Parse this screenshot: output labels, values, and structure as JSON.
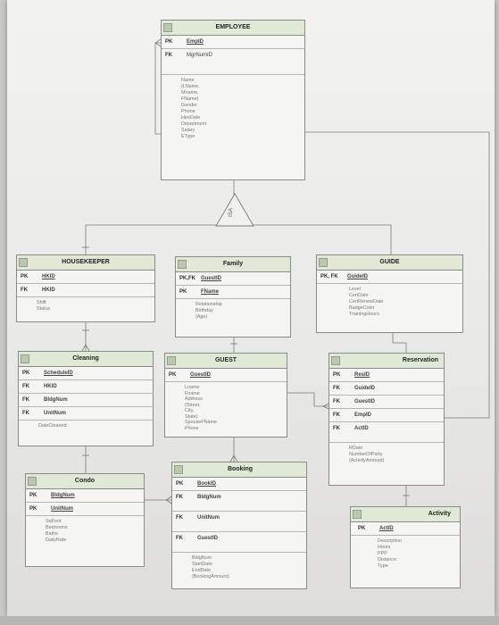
{
  "entities": {
    "employee": {
      "title": "EMPLOYEE",
      "keys": [
        {
          "type": "PK",
          "name": "EmpID"
        },
        {
          "type": "FK",
          "name": "MgrNumID"
        }
      ],
      "attributes": [
        "Name",
        "(LName,",
        "Mname,",
        "FName)",
        "Gender",
        "Phone",
        "HireDate",
        "Department",
        "Salary",
        "EType"
      ]
    },
    "housekeeper": {
      "title": "HOUSEKEEPER",
      "keys": [
        {
          "type": "PK",
          "name": "HKID"
        },
        {
          "type": "FK",
          "name": "HKID"
        }
      ],
      "attributes": [
        "Shift",
        "Status"
      ]
    },
    "family": {
      "title": "Family",
      "keys": [
        {
          "type": "PK,FK",
          "name": "GuestID"
        },
        {
          "type": "PK",
          "name": "FName"
        }
      ],
      "attributes": [
        "Relationship",
        "Birthday",
        "(Age)"
      ]
    },
    "guide": {
      "title": "GUIDE",
      "keys": [
        {
          "type": "PK, FK",
          "name": "GuideID"
        }
      ],
      "attributes": [
        "Level",
        "CertDate",
        "CertRenewDate",
        "BadgeColor",
        "TrainingHours"
      ]
    },
    "cleaning": {
      "title": "Cleaning",
      "keys": [
        {
          "type": "PK",
          "name": "ScheduleID"
        },
        {
          "type": "FK",
          "name": "HKID"
        },
        {
          "type": "FK",
          "name": "BldgNum"
        },
        {
          "type": "FK",
          "name": "UnitNum"
        }
      ],
      "attributes": [
        "DateCleaned"
      ]
    },
    "guest": {
      "title": "GUEST",
      "keys": [
        {
          "type": "PK",
          "name": "GuestID"
        }
      ],
      "attributes": [
        "Lname",
        "Fname",
        "Address",
        "(Street,",
        "City,",
        "State)",
        "SpouseFName",
        "Phone"
      ]
    },
    "reservation": {
      "title": "Reservation",
      "keys": [
        {
          "type": "PK",
          "name": "ResID"
        },
        {
          "type": "FK",
          "name": "GuideID"
        },
        {
          "type": "FK",
          "name": "GuestID"
        },
        {
          "type": "FK",
          "name": "EmpID"
        },
        {
          "type": "FK",
          "name": "ActID"
        }
      ],
      "attributes": [
        "RDate",
        "NumberOfParty",
        "(ActivityAmount)"
      ]
    },
    "condo": {
      "title": "Condo",
      "keys": [
        {
          "type": "PK",
          "name": "BldgNum"
        },
        {
          "type": "PK",
          "name": "UnitNum"
        }
      ],
      "attributes": [
        "SqFoot",
        "Bedrooms",
        "Baths",
        "DailyRate"
      ]
    },
    "booking": {
      "title": "Booking",
      "keys": [
        {
          "type": "PK",
          "name": "BookID"
        },
        {
          "type": "FK",
          "name": "BldgNum"
        },
        {
          "type": "FK",
          "name": "UnitNum"
        },
        {
          "type": "FK",
          "name": "GuestID"
        }
      ],
      "attributes": [
        "BldgNum",
        "StartDate",
        "EndDate",
        "(BookingAmount)"
      ]
    },
    "activity": {
      "title": "Activity",
      "keys": [
        {
          "type": "PK",
          "name": "ActID"
        }
      ],
      "attributes": [
        "Description",
        "Hours",
        "PPP",
        "Distance",
        "Type"
      ]
    }
  },
  "isa_label": "ISA"
}
